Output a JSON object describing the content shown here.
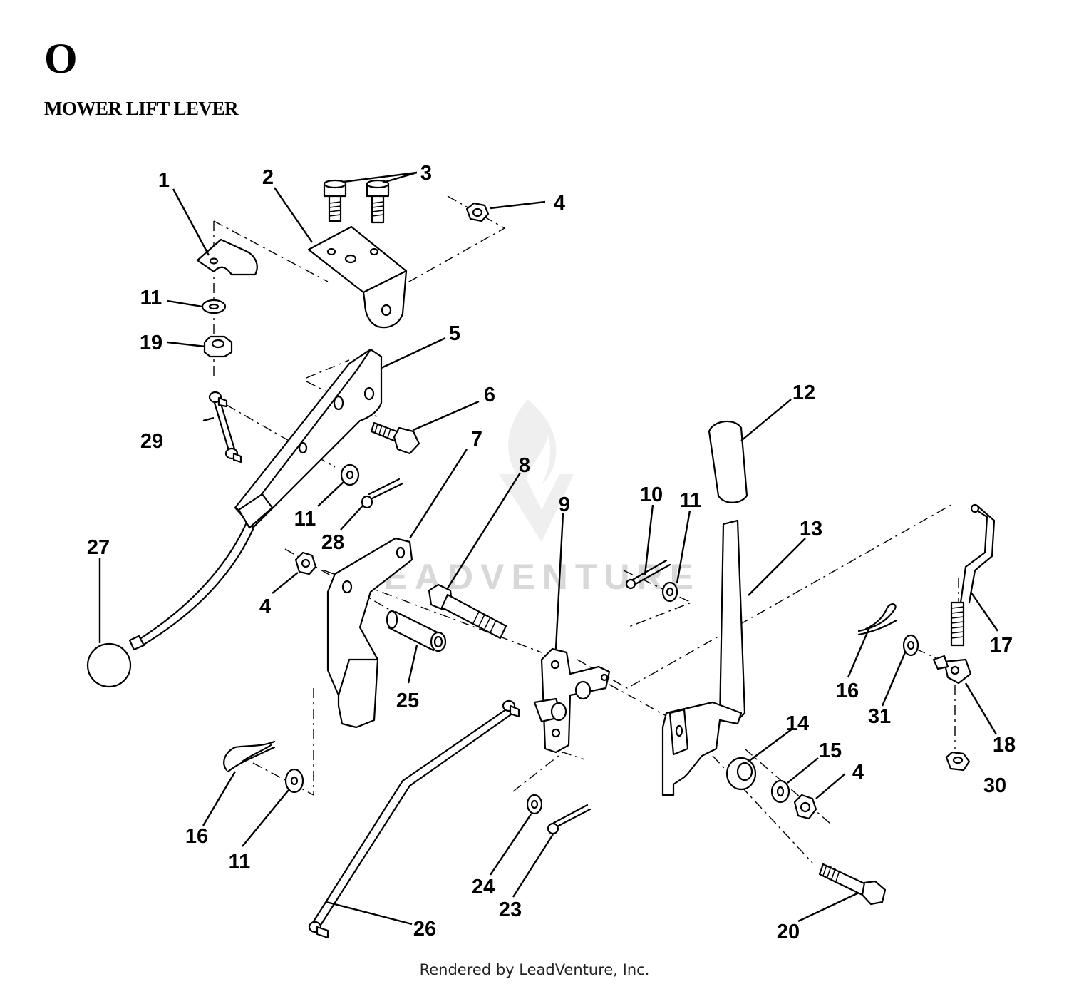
{
  "header": {
    "section_letter": "O",
    "title": "MOWER LIFT LEVER"
  },
  "footer": {
    "text": "Rendered by LeadVenture, Inc."
  },
  "watermark": {
    "text": "LEADVENTURE"
  },
  "callouts": [
    {
      "id": "c1",
      "label": "1"
    },
    {
      "id": "c2",
      "label": "2"
    },
    {
      "id": "c3",
      "label": "3"
    },
    {
      "id": "c4a",
      "label": "4"
    },
    {
      "id": "c11a",
      "label": "11"
    },
    {
      "id": "c19",
      "label": "19"
    },
    {
      "id": "c5",
      "label": "5"
    },
    {
      "id": "c6",
      "label": "6"
    },
    {
      "id": "c29",
      "label": "29"
    },
    {
      "id": "c7",
      "label": "7"
    },
    {
      "id": "c8",
      "label": "8"
    },
    {
      "id": "c11b",
      "label": "11"
    },
    {
      "id": "c28",
      "label": "28"
    },
    {
      "id": "c27",
      "label": "27"
    },
    {
      "id": "c4b",
      "label": "4"
    },
    {
      "id": "c9",
      "label": "9"
    },
    {
      "id": "c10",
      "label": "10"
    },
    {
      "id": "c11c",
      "label": "11"
    },
    {
      "id": "c12",
      "label": "12"
    },
    {
      "id": "c13",
      "label": "13"
    },
    {
      "id": "c17",
      "label": "17"
    },
    {
      "id": "c16a",
      "label": "16"
    },
    {
      "id": "c31",
      "label": "31"
    },
    {
      "id": "c18",
      "label": "18"
    },
    {
      "id": "c30",
      "label": "30"
    },
    {
      "id": "c25",
      "label": "25"
    },
    {
      "id": "c14",
      "label": "14"
    },
    {
      "id": "c15",
      "label": "15"
    },
    {
      "id": "c4c",
      "label": "4"
    },
    {
      "id": "c16b",
      "label": "16"
    },
    {
      "id": "c11d",
      "label": "11"
    },
    {
      "id": "c24",
      "label": "24"
    },
    {
      "id": "c23",
      "label": "23"
    },
    {
      "id": "c26",
      "label": "26"
    },
    {
      "id": "c20",
      "label": "20"
    }
  ]
}
